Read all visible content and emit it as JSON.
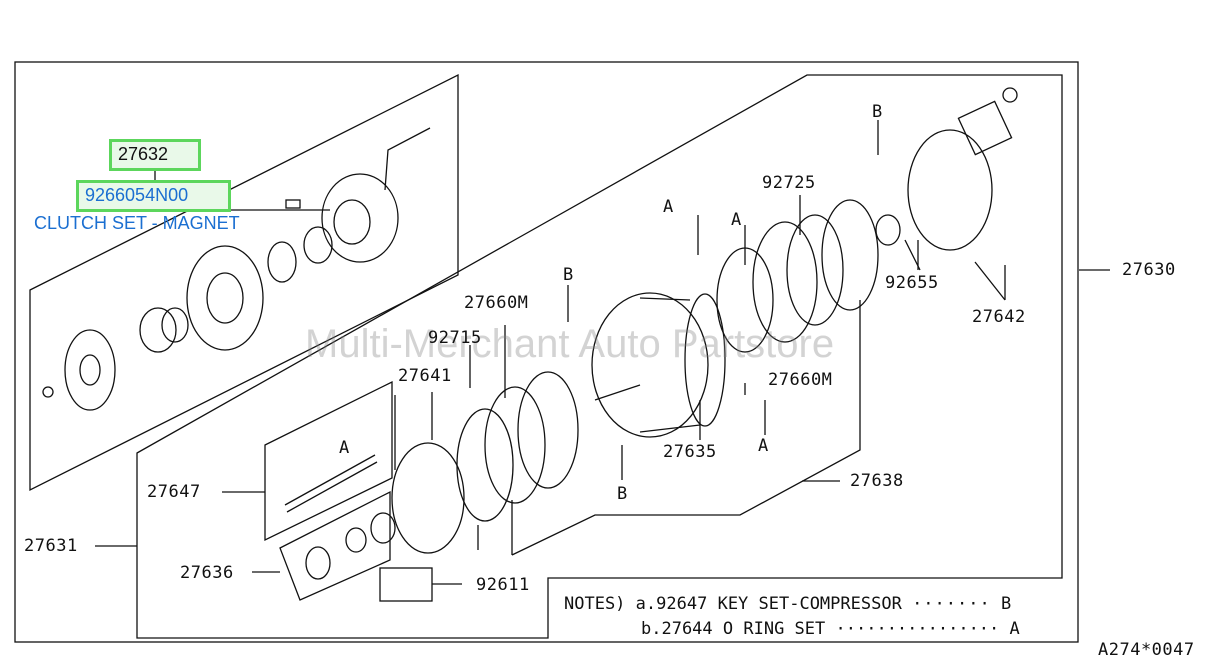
{
  "highlight": {
    "ref_number": "27632",
    "part_number": "9266054N00",
    "description": "CLUTCH SET - MAGNET"
  },
  "watermark": "Multi-Merchant Auto Partstore",
  "callouts": {
    "c27630": "27630",
    "c27631": "27631",
    "c27636": "27636",
    "c27647": "27647",
    "c27641": "27641",
    "c92715": "92715",
    "c27660m_a": "27660M",
    "c27660m_b": "27660M",
    "c27635": "27635",
    "c27638": "27638",
    "c92725": "92725",
    "c92655": "92655",
    "c27642": "27642",
    "c92611": "92611"
  },
  "letters": {
    "a1": "A",
    "a2": "A",
    "a3": "A",
    "a4": "A",
    "b1": "B",
    "b2": "B",
    "b3": "B"
  },
  "notes": {
    "line1_prefix": "NOTES)",
    "line1_key": "a.92647",
    "line1_text": "KEY SET-COMPRESSOR",
    "line1_ref": "B",
    "line2_key": "b.27644",
    "line2_text": "O RING SET",
    "line2_ref": "A"
  },
  "figure_code": "A274*0047"
}
